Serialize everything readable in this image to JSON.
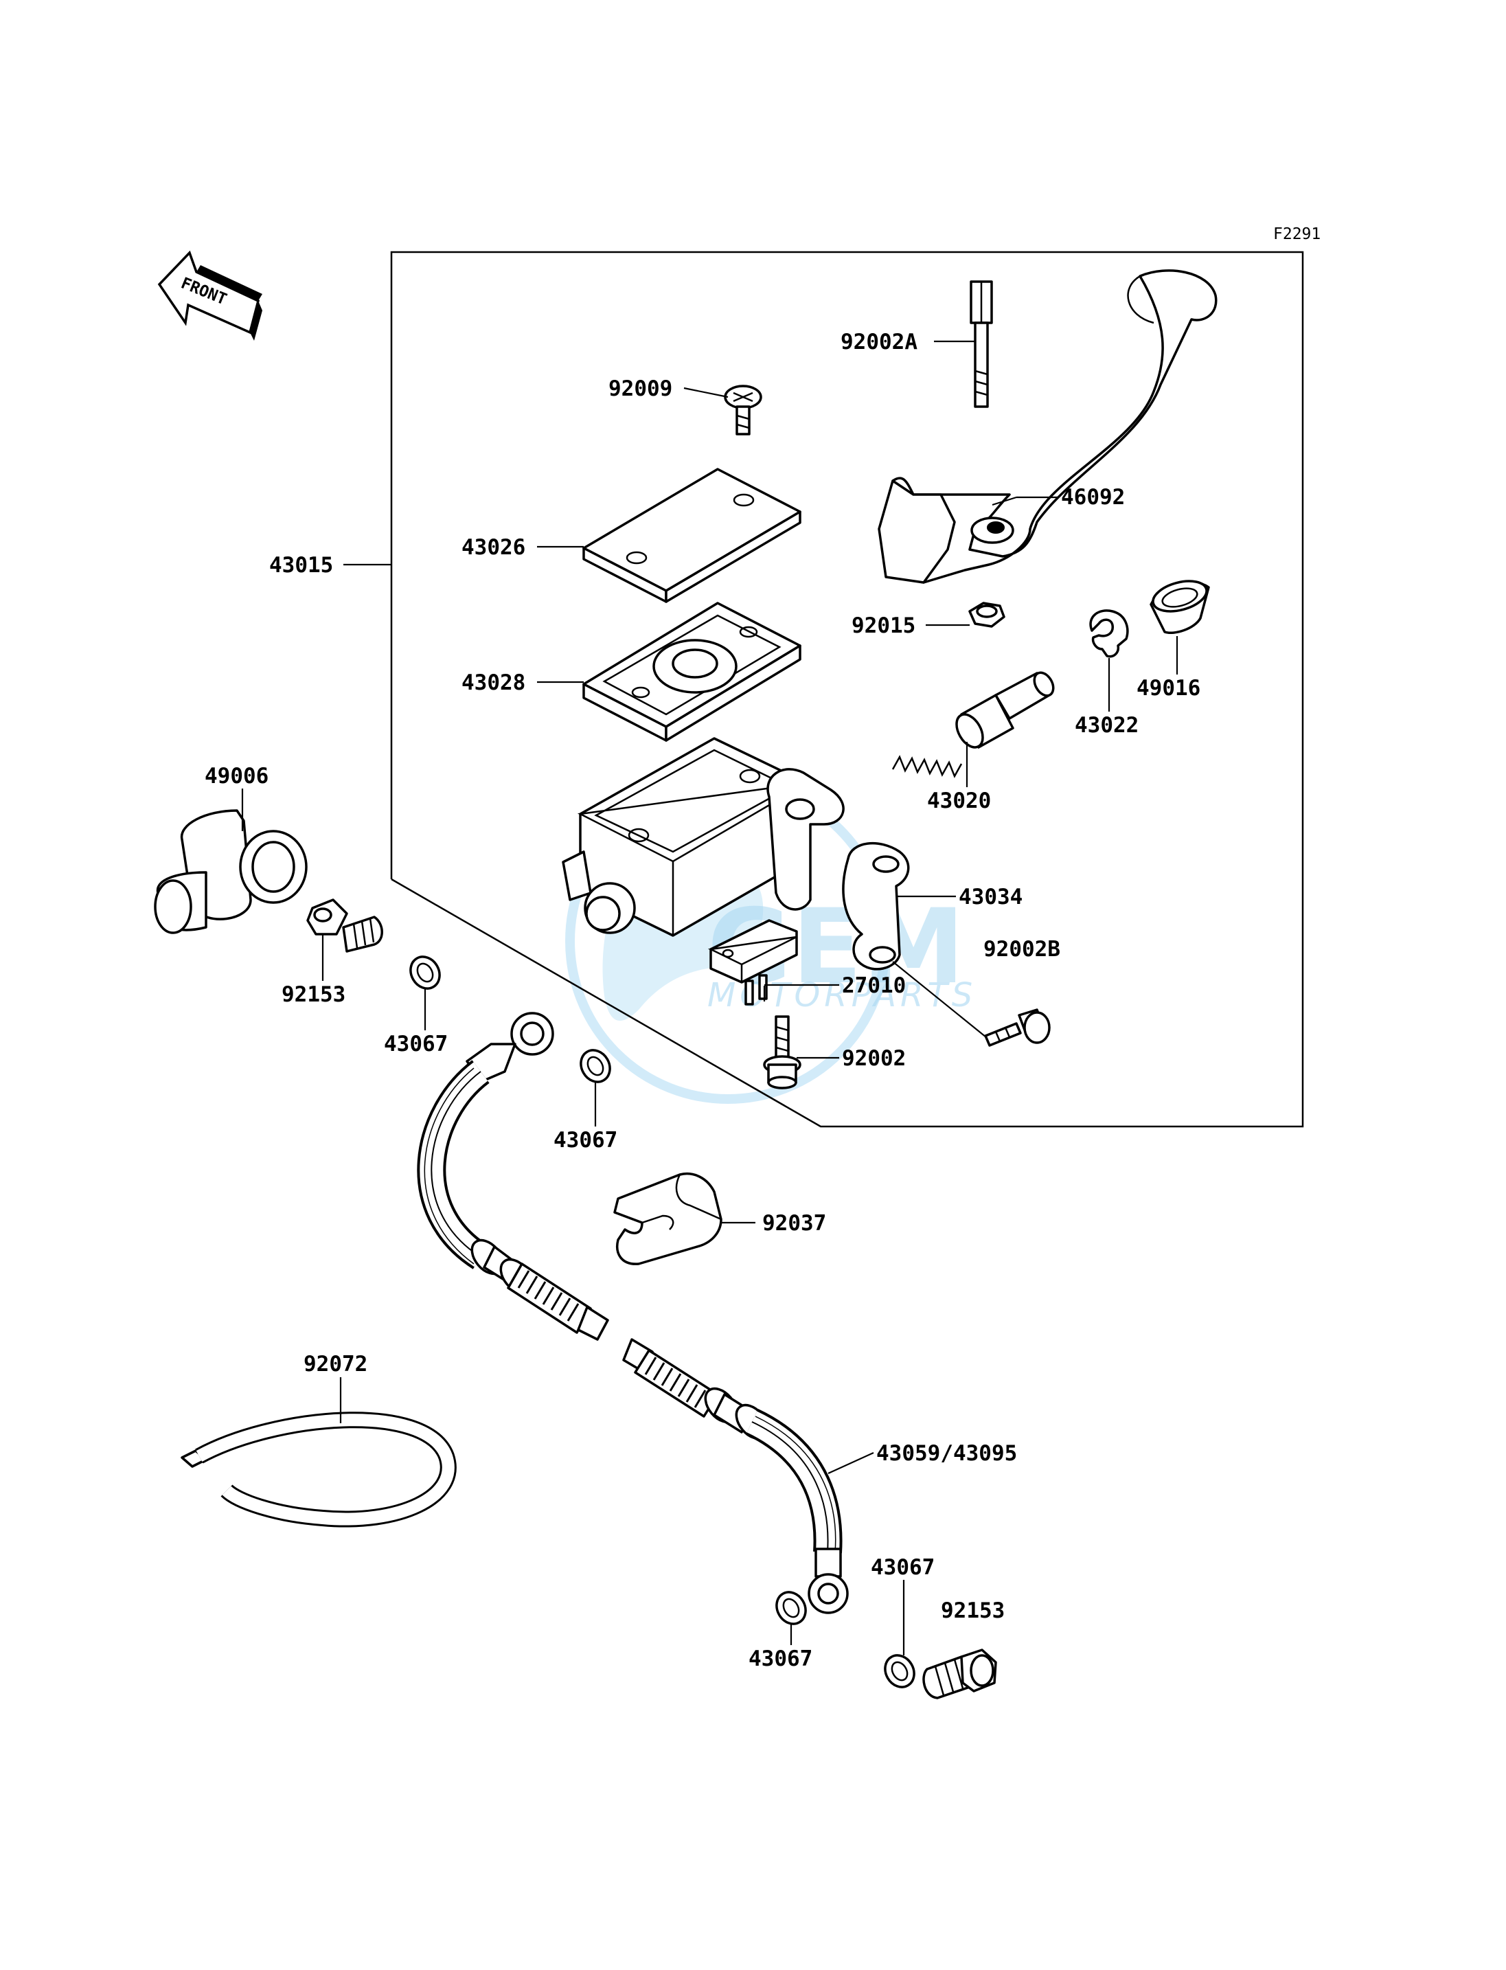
{
  "figure_code": "F2291",
  "direction_label": "FRONT",
  "watermark": {
    "brand": "GEM",
    "sub": "MOTORPARTS"
  },
  "parts": {
    "p43015": "43015",
    "p92002A": "92002A",
    "p92009": "92009",
    "p46092": "46092",
    "p43026": "43026",
    "p92015": "92015",
    "p49016": "49016",
    "p43028": "43028",
    "p43022": "43022",
    "p43020": "43020",
    "p49006": "49006",
    "p43034": "43034",
    "p92002B": "92002B",
    "p92153_top": "92153",
    "p27010": "27010",
    "p43067_a": "43067",
    "p92002": "92002",
    "p43067_b": "43067",
    "p92037": "92037",
    "p92072": "92072",
    "p43059": "43059/43095",
    "p43067_c": "43067",
    "p92153_bot": "92153",
    "p43067_d": "43067"
  }
}
